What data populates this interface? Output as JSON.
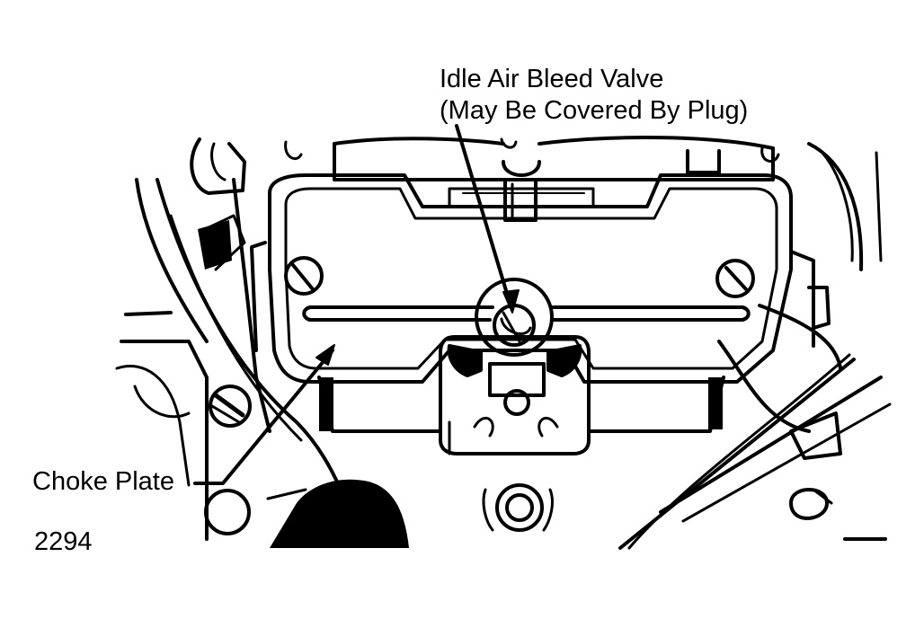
{
  "labels": {
    "idle_air_bleed_valve": "Idle Air Bleed Valve",
    "idle_air_bleed_note": "(May Be Covered By Plug)",
    "choke_plate": "Choke Plate",
    "figure_number": "2294"
  },
  "colors": {
    "ink": "#000000",
    "paper": "#ffffff"
  }
}
